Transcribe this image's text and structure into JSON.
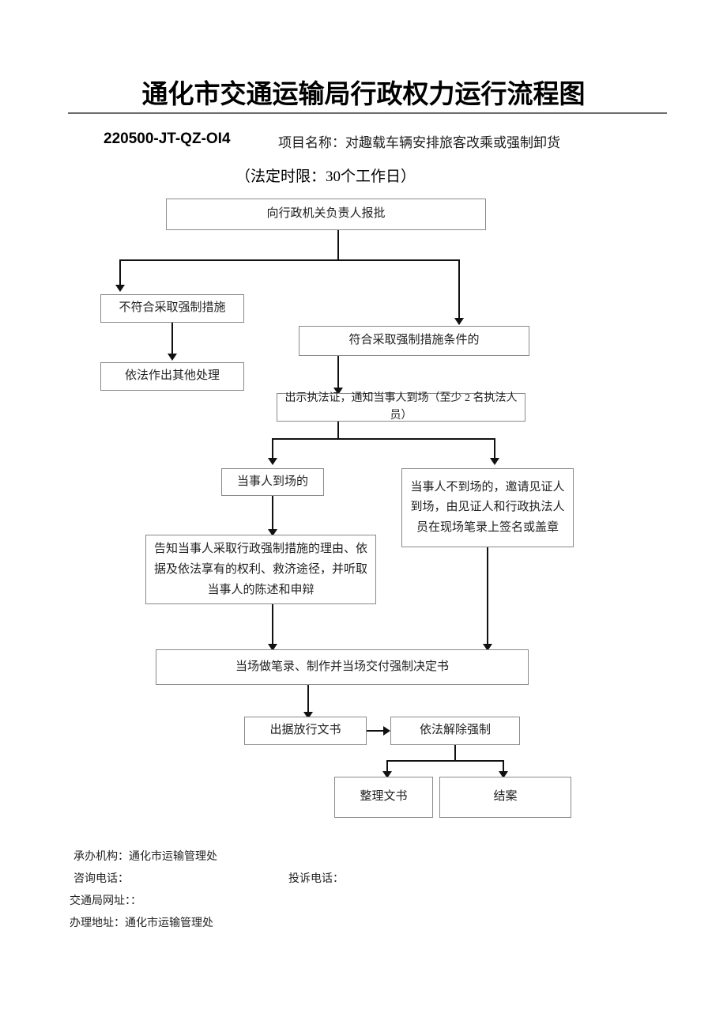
{
  "header": {
    "title": "通化市交通运输局行政权力运行流程图",
    "code": "220500-JT-QZ-OI4",
    "project_name": "项目名称：对趣载车辆安排旅客改乘或强制卸货",
    "time_limit": "（法定时限：30个工作日）"
  },
  "flow": {
    "nodes": [
      {
        "id": "n1",
        "label": "向行政机关负责人报批"
      },
      {
        "id": "n2",
        "label": "不符合采取强制措施"
      },
      {
        "id": "n3",
        "label": "依法作出其他处理"
      },
      {
        "id": "n4",
        "label": "符合采取强制措施条件的"
      },
      {
        "id": "n5",
        "label": "出示执法证，通知当事人到场（至少 2 名执法人员）"
      },
      {
        "id": "n6",
        "label": "当事人到场的"
      },
      {
        "id": "n7",
        "label": "当事人不到场的，邀请见证人到场，由见证人和行政执法人员在现场笔录上签名或盖章"
      },
      {
        "id": "n8",
        "label": "告知当事人采取行政强制措施的理由、依据及依法享有的权利、救济途径，并听取当事人的陈述和申辩"
      },
      {
        "id": "n9",
        "label": "当场做笔录、制作并当场交付强制决定书"
      },
      {
        "id": "n10",
        "label": "出据放行文书"
      },
      {
        "id": "n11",
        "label": "依法解除强制"
      },
      {
        "id": "n12",
        "label": "整理文书"
      },
      {
        "id": "n13",
        "label": "结案"
      }
    ]
  },
  "footer": {
    "agency": "承办机构：通化市运输管理处",
    "consult_phone": "咨询电话：",
    "complaint_phone": "投诉电话：",
    "website": "交通局网址：：",
    "address": "办理地址：通化市运输管理处"
  }
}
